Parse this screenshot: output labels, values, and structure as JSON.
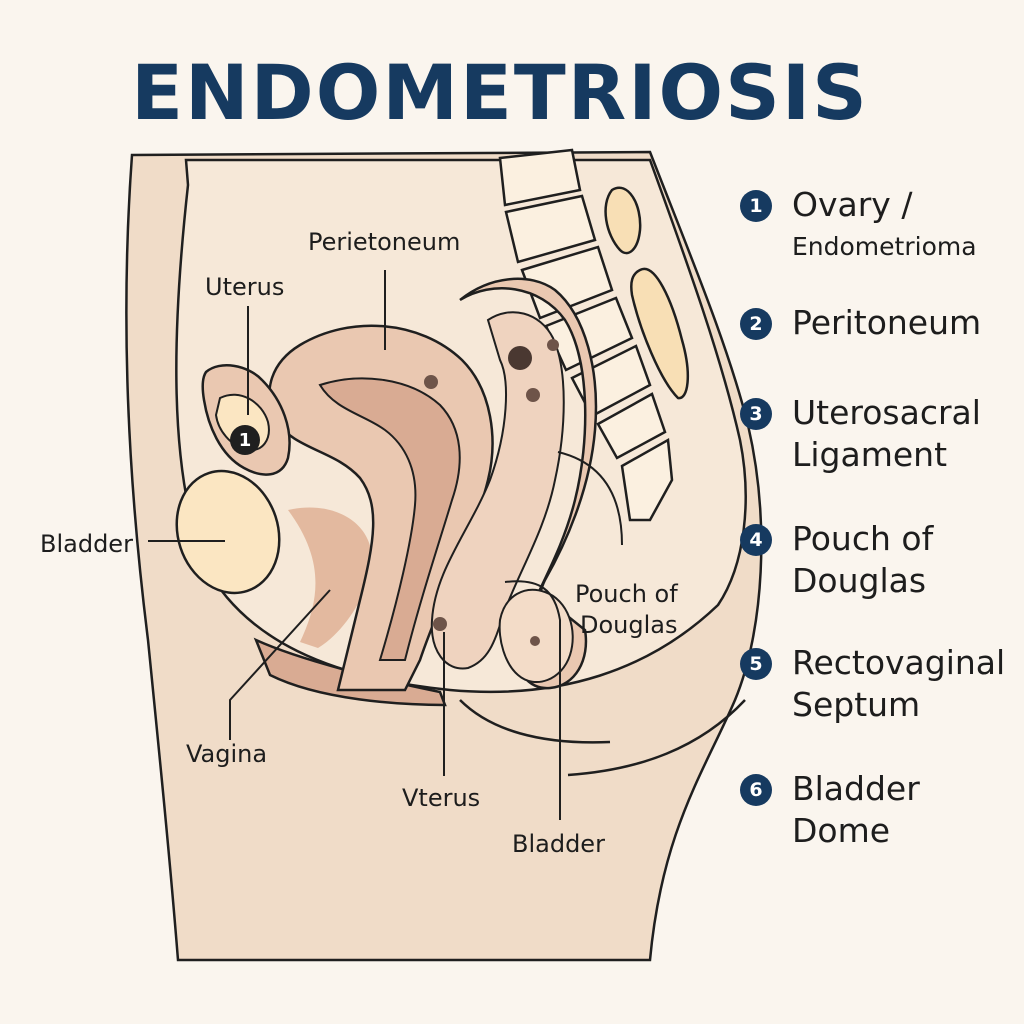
{
  "title": "ENDOMETRIOSIS",
  "labels": {
    "perietoneum": "Perietoneum",
    "uterus": "Uterus",
    "bladder_left": "Bladder",
    "pouch_line1": "Pouch of",
    "pouch_line2": "Douglas",
    "vagina": "Vagina",
    "vterus": "Vterus",
    "bladder_bottom": "Bladder"
  },
  "ovary_marker": "1",
  "legend": [
    {
      "number": "1",
      "line1": "Ovary /",
      "line2": "Endometrioma"
    },
    {
      "number": "2",
      "line1": "Peritoneum",
      "line2": ""
    },
    {
      "number": "3",
      "line1": "Uterosacral",
      "line2": "Ligament"
    },
    {
      "number": "4",
      "line1": "Pouch of",
      "line2": "Douglas"
    },
    {
      "number": "5",
      "line1": "Rectovaginal",
      "line2": "Septum"
    },
    {
      "number": "6",
      "line1": "Bladder",
      "line2": "Dome"
    }
  ],
  "colors": {
    "title": "#163a60",
    "background": "#faf5ee",
    "skin": "#f0dcc8",
    "cavity": "#f5e7d6",
    "organ": "#eac8b1",
    "organ_dark": "#d9ab93",
    "bladder": "#fbe6c2",
    "lesion": "#6e5449",
    "outline": "#1f1f1f"
  }
}
